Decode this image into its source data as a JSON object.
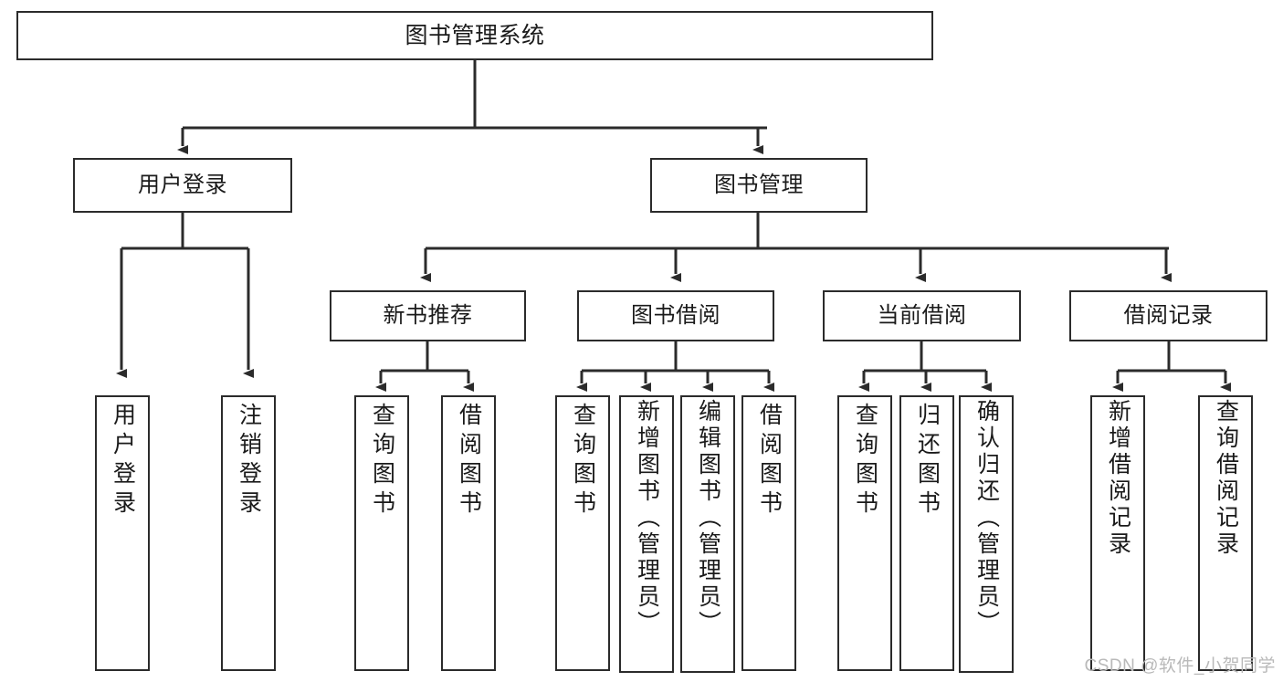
{
  "diagram": {
    "type": "tree-hierarchy",
    "title": "图书管理系统",
    "root": {
      "id": "root",
      "label": "图书管理系统"
    },
    "level1": [
      {
        "id": "user-login",
        "label": "用户登录"
      },
      {
        "id": "book-management",
        "label": "图书管理"
      }
    ],
    "level2": [
      {
        "id": "new-book-recommend",
        "label": "新书推荐",
        "parent": "book-management"
      },
      {
        "id": "book-borrow",
        "label": "图书借阅",
        "parent": "book-management"
      },
      {
        "id": "current-borrow",
        "label": "当前借阅",
        "parent": "book-management"
      },
      {
        "id": "borrow-record",
        "label": "借阅记录",
        "parent": "book-management"
      }
    ],
    "leaves": [
      {
        "id": "leaf-user-login",
        "label": "用户登录",
        "parent": "user-login"
      },
      {
        "id": "leaf-logout",
        "label": "注销登录",
        "parent": "user-login"
      },
      {
        "id": "leaf-query-book-1",
        "label": "查询图书",
        "parent": "new-book-recommend"
      },
      {
        "id": "leaf-borrow-book-1",
        "label": "借阅图书",
        "parent": "new-book-recommend"
      },
      {
        "id": "leaf-query-book-2",
        "label": "查询图书",
        "parent": "book-borrow"
      },
      {
        "id": "leaf-add-book",
        "label": "新增图书（管理员）",
        "parent": "book-borrow"
      },
      {
        "id": "leaf-edit-book",
        "label": "编辑图书（管理员）",
        "parent": "book-borrow"
      },
      {
        "id": "leaf-borrow-book-2",
        "label": "借阅图书",
        "parent": "book-borrow"
      },
      {
        "id": "leaf-query-book-3",
        "label": "查询图书",
        "parent": "current-borrow"
      },
      {
        "id": "leaf-return-book",
        "label": "归还图书",
        "parent": "current-borrow"
      },
      {
        "id": "leaf-confirm-return",
        "label": "确认归还（管理员）",
        "parent": "current-borrow"
      },
      {
        "id": "leaf-add-record",
        "label": "新增借阅记录",
        "parent": "borrow-record"
      },
      {
        "id": "leaf-query-record",
        "label": "查询借阅记录",
        "parent": "borrow-record"
      }
    ],
    "watermark": "CSDN @软件_小贺同学",
    "colors": {
      "stroke": "#2b2b2b",
      "fill": "#ffffff",
      "text": "#1a1a1a",
      "watermark": "#b9b9b9"
    }
  }
}
